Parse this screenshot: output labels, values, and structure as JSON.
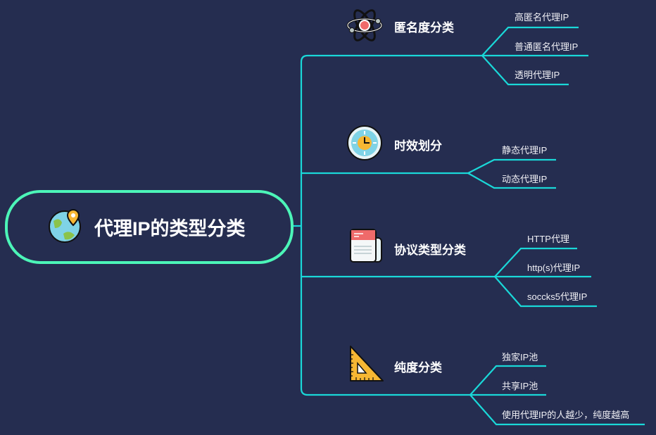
{
  "root": {
    "title": "代理IP的类型分类",
    "icon": "globe-pin-icon"
  },
  "colors": {
    "background": "#252d50",
    "line": "#1ad8d8",
    "root_border": "#4cf5b8"
  },
  "branches": [
    {
      "title": "匿名度分类",
      "icon": "atom-icon",
      "children": [
        "高匿名代理IP",
        "普通匿名代理IP",
        "透明代理IP"
      ]
    },
    {
      "title": "时效划分",
      "icon": "clock-icon",
      "children": [
        "静态代理IP",
        "动态代理IP"
      ]
    },
    {
      "title": "协议类型分类",
      "icon": "document-icon",
      "children": [
        "HTTP代理",
        "http(s)代理IP",
        "soccks5代理IP"
      ]
    },
    {
      "title": "纯度分类",
      "icon": "set-square-icon",
      "children": [
        "独家IP池",
        "共享IP池",
        "使用代理IP的人越少，纯度越高"
      ]
    }
  ]
}
